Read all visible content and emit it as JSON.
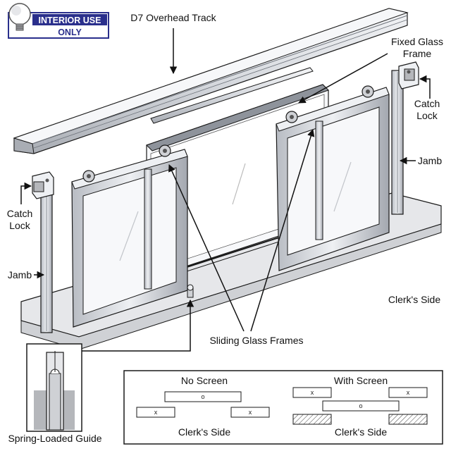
{
  "badge": {
    "line1": "INTERIOR USE",
    "line2": "ONLY",
    "accent_color": "#2a2f8c"
  },
  "labels": {
    "overhead_track": "D7 Overhead Track",
    "fixed_glass_frame_line1": "Fixed Glass",
    "fixed_glass_frame_line2": "Frame",
    "catch_lock_right_line1": "Catch",
    "catch_lock_right_line2": "Lock",
    "jamb_right": "Jamb",
    "catch_lock_left_line1": "Catch",
    "catch_lock_left_line2": "Lock",
    "jamb_left": "Jamb",
    "clerks_side_main": "Clerk's Side",
    "sliding_glass_frames": "Sliding Glass Frames",
    "spring_loaded_guide": "Spring-Loaded Guide"
  },
  "legend": {
    "no_screen": {
      "title": "No Screen",
      "center_mark": "o",
      "left_mark": "x",
      "right_mark": "x",
      "footer": "Clerk's Side"
    },
    "with_screen": {
      "title": "With Screen",
      "top_left_mark": "x",
      "top_right_mark": "x",
      "center_mark": "o",
      "footer": "Clerk's Side"
    }
  },
  "colors": {
    "line": "#1a1a1a",
    "metal_light": "#eef0f3",
    "metal_mid": "#c9ccd2",
    "metal_dark": "#8e939b",
    "glass": "#f7f8fa",
    "counter_top": "#e6e7ea",
    "counter_front": "#cfd1d5",
    "guide_gray": "#b5b7bb"
  }
}
